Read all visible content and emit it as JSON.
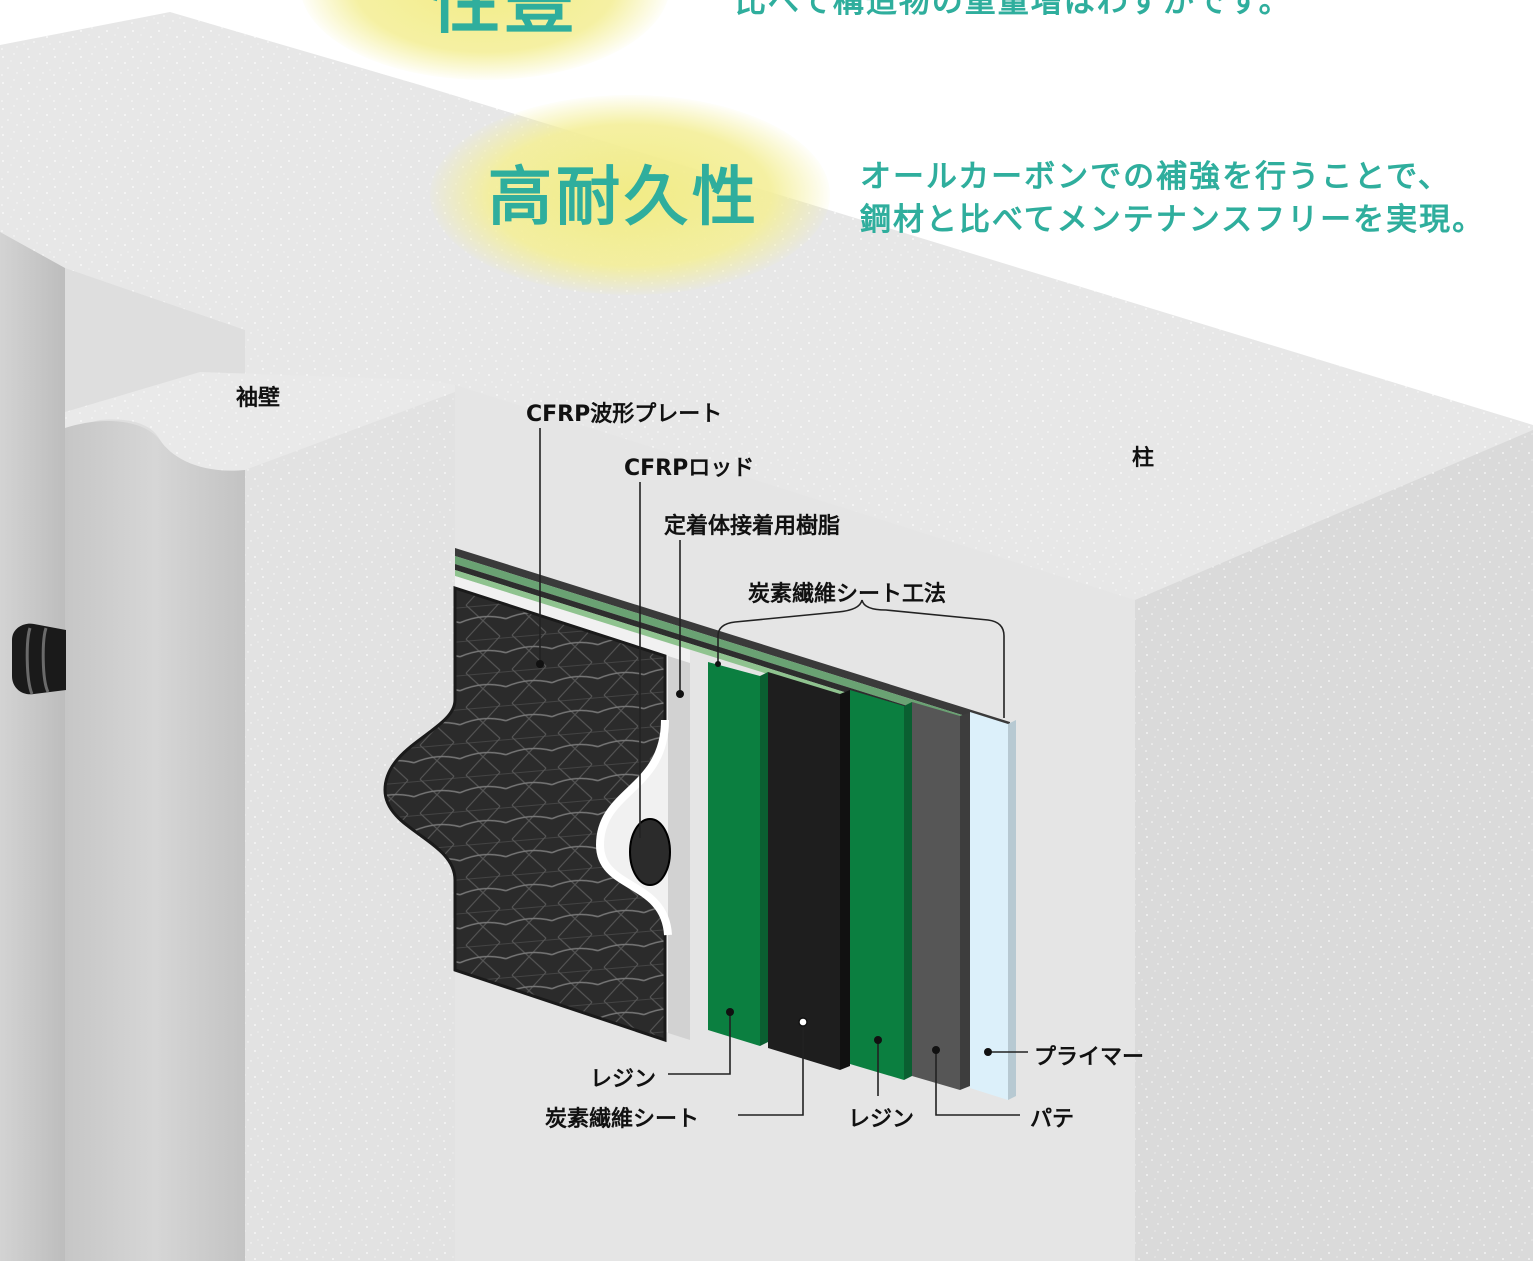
{
  "colors": {
    "accent_teal": "#2fae9d",
    "highlight_yellow": "#f4ee90",
    "concrete_top": "#e9e9e9",
    "concrete_front": "#c9c9c9",
    "concrete_side": "#dcdcdc",
    "cut_face": "#e4e4e4",
    "resin_green": "#0b7f40",
    "carbon_sheet_black": "#1e1e1e",
    "putty_gray": "#565656",
    "primer_blue": "#dcf0fa",
    "text": "#111111"
  },
  "features": [
    {
      "title": "性豊",
      "description": [
        "比べて構造物の重量増はわずかです。"
      ]
    },
    {
      "title": "高耐久性",
      "description": [
        "オールカーボンでの補強を行うことで、",
        "鋼材と比べてメンテナンスフリーを実現。"
      ]
    }
  ],
  "labels": {
    "wing_wall": "袖壁",
    "column": "柱",
    "cfrp_plate": "CFRP波形プレート",
    "cfrp_rod": "CFRPロッド",
    "anchor_resin": "定着体接着用樹脂",
    "sheet_method": "炭素繊維シート工法",
    "resin_1": "レジン",
    "carbon_sheet": "炭素繊維シート",
    "resin_2": "レジン",
    "putty": "パテ",
    "primer": "プライマー"
  }
}
